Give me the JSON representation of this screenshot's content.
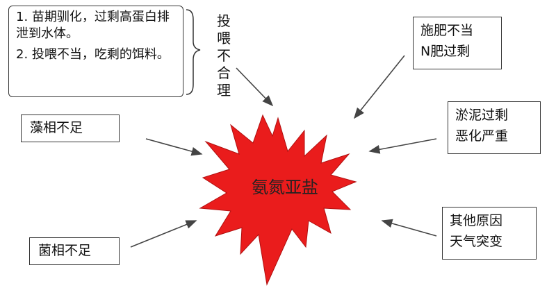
{
  "top_left_box": {
    "items": [
      "1. 苗期驯化，过剩高蛋白排泄到水体。",
      "2. 投喂不当，吃剩的饵料。"
    ]
  },
  "vertical_label": [
    "投",
    "喂",
    "不",
    "合",
    "理"
  ],
  "boxes": {
    "fertilizer": [
      "施肥不当",
      "N肥过剩"
    ],
    "algae": [
      "藻相不足"
    ],
    "sludge": [
      "淤泥过剩",
      "恶化严重"
    ],
    "bacteria": [
      "菌相不足"
    ],
    "other": [
      "其他原因",
      "天气突变"
    ]
  },
  "center": {
    "label": "氨氮亚盐"
  },
  "colors": {
    "star": "#ea1c1c",
    "arrow": "#444444",
    "border": "#333333"
  }
}
